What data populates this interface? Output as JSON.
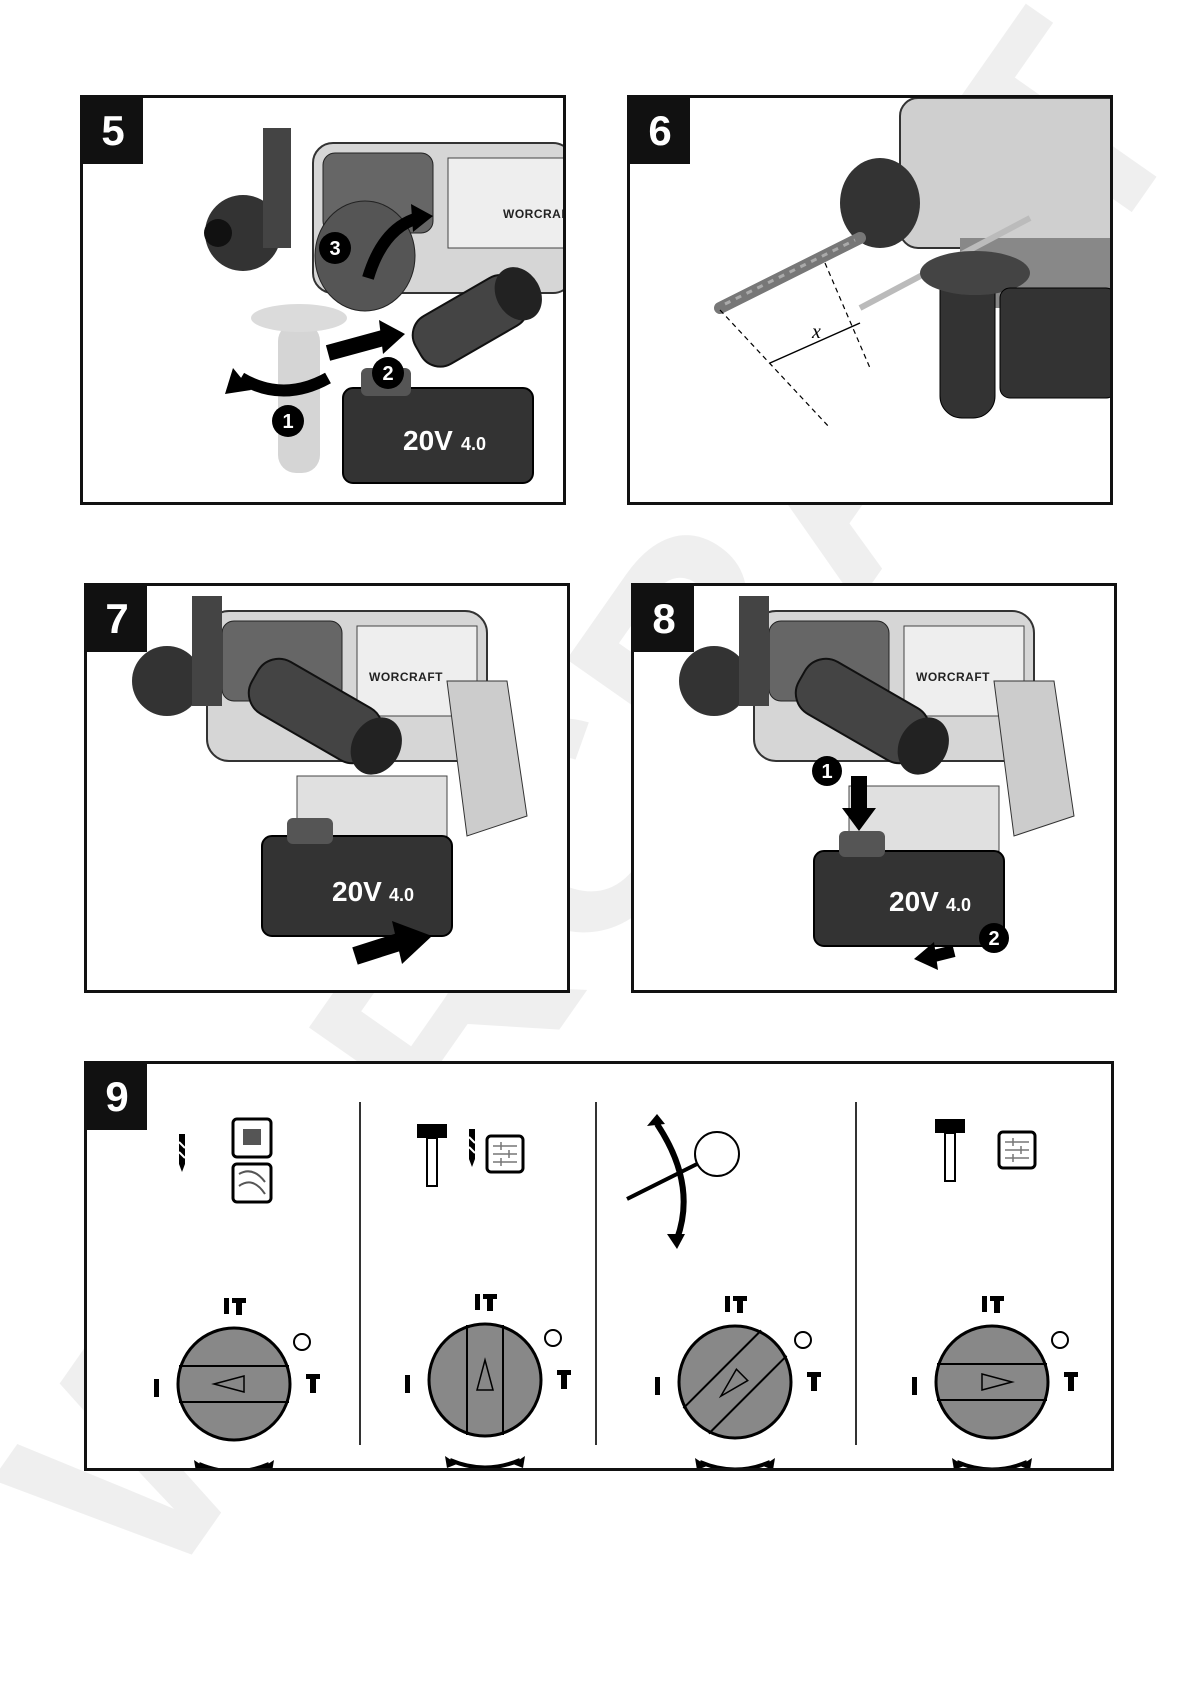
{
  "panels": {
    "p5": {
      "number": "5",
      "steps": [
        "1",
        "2",
        "3"
      ],
      "brand": "WORCRAFT",
      "battery": "20V",
      "capacity": "4.0"
    },
    "p6": {
      "number": "6",
      "measure": "x"
    },
    "p7": {
      "number": "7",
      "brand": "WORCRAFT",
      "battery": "20V",
      "capacity": "4.0"
    },
    "p8": {
      "number": "8",
      "steps": [
        "1",
        "2"
      ],
      "brand": "WORCRAFT",
      "battery": "20V",
      "capacity": "4.0"
    },
    "p9": {
      "number": "9",
      "modes": [
        {
          "icons": [
            "drill-bit-icon",
            "steel-material-icon",
            "wood-material-icon"
          ],
          "knob_position": "drill"
        },
        {
          "icons": [
            "hammer-icon",
            "drill-bit-icon",
            "masonry-material-icon"
          ],
          "knob_position": "hammer-drill"
        },
        {
          "icons": [
            "chisel-rotate-icon"
          ],
          "knob_position": "chisel-adjust"
        },
        {
          "icons": [
            "hammer-icon",
            "masonry-material-icon"
          ],
          "knob_position": "hammer"
        }
      ]
    }
  },
  "watermark": "WORCRAFT"
}
